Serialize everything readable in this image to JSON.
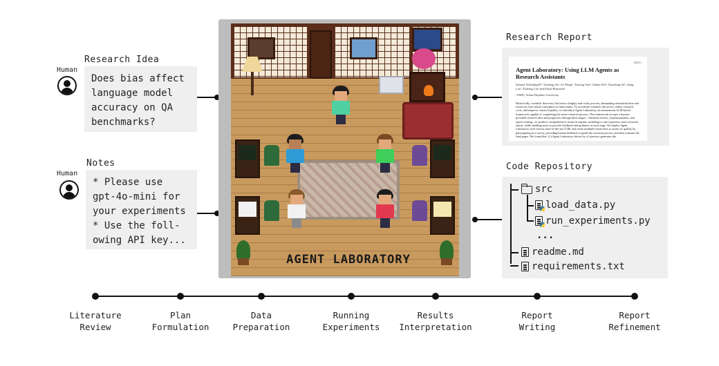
{
  "left_panel": {
    "research_idea": {
      "title": "Research Idea",
      "actor": "Human",
      "text": "Does bias affect\nlanguage  model\naccuracy on  QA\nbenchmarks?"
    },
    "notes": {
      "title": "Notes",
      "actor": "Human",
      "text": "* Please use\ngpt-4o-mini for\nyour experiments\n* Use the foll-\nowing API key..."
    }
  },
  "center": {
    "lab_title": "AGENT LABORATORY"
  },
  "report": {
    "title": "Research Report",
    "paper_title": "Agent Laboratory: Using LLM Agents as Research Assistants",
    "paper_authors": "Samuel Schmidgall¹², Yusheng Su³, Ze Wang³, Ximeng Sun³, Jialian Wu³, Xiaodong Yu³, Jiang Liu³, Zicheng Liu³ and Emad Barsoum³",
    "paper_affiliation": "¹AMD, ²Johns Hopkins University",
    "paper_abstract": "Historically, scientific discovery has been a lengthy and costly process, demanding substantial time and resources from initial conception to final results. To accelerate scientific discovery, reduce research costs, and improve research quality, we introduce Agent Laboratory, an autonomous LLM-based framework capable of completing the entire research process. This framework accepts a human-provided research idea and progresses through three stages—literature review, experimentation, and report writing—to produce comprehensive research outputs, including a code repository and a research report, while enabling users to provide feedback and guidance at each stage. We deploy Agent Laboratory with various state-of-the-art LLMs and invite multiple researchers to assess its quality by participating in a survey, providing human feedback to guide the research process, and then evaluate the final paper. We found that: (1) Agent Laboratory driven by o1-preview generates the"
  },
  "repo": {
    "title": "Code Repository",
    "items": [
      {
        "name": "src",
        "icon": "folder-icon"
      },
      {
        "name": "load_data.py",
        "icon": "python-file-icon"
      },
      {
        "name": "run_experiments.py",
        "icon": "python-file-icon"
      },
      {
        "name": "...",
        "icon": ""
      },
      {
        "name": "readme.md",
        "icon": "text-file-icon"
      },
      {
        "name": "requirements.txt",
        "icon": "text-file-icon"
      }
    ]
  },
  "timeline": {
    "stages": [
      "Literature\nReview",
      "Plan\nFormulation",
      "Data\nPreparation",
      "Running\nExperiments",
      "Results\nInterpretation",
      "Report\nWriting",
      "Report\nRefinement"
    ]
  }
}
